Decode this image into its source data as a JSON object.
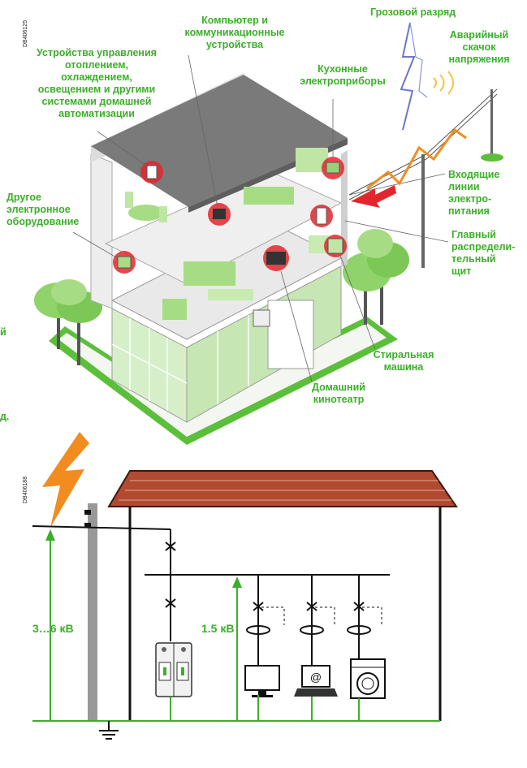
{
  "codes": {
    "top": "DB406125",
    "bottom": "DB406188"
  },
  "labels": {
    "lightning": "Грозовой разряд",
    "surge": "Аварийный\nскачок\nнапряжения",
    "computers": "Компьютер и\nкоммуникационные\nустройства",
    "kitchen": "Кухонные\nэлектроприборы",
    "automation": "Устройства управления\nотоплением,\nохлаждением,\nосвещением и другими\nсистемами домашней\nавтоматизации",
    "other": "Другое\nэлектронное\nоборудование",
    "lines": "Входящие\nлинии\nэлектро-\nпитания",
    "panel": "Главный\nраспредели-\nтельный\nщит",
    "washer": "Стиральная\nмашина",
    "theater": "Домашний\nкинотеатр"
  },
  "voltages": {
    "line": "3…6 кВ",
    "protected": "1.5 кВ"
  },
  "edge_fragments": {
    "a": "й",
    "b": "д."
  },
  "colors": {
    "green": "#3dae2b",
    "roof": "#b04a30",
    "pole": "#999999",
    "alarm": "#e3262d",
    "arrow": "#f28c1e"
  }
}
